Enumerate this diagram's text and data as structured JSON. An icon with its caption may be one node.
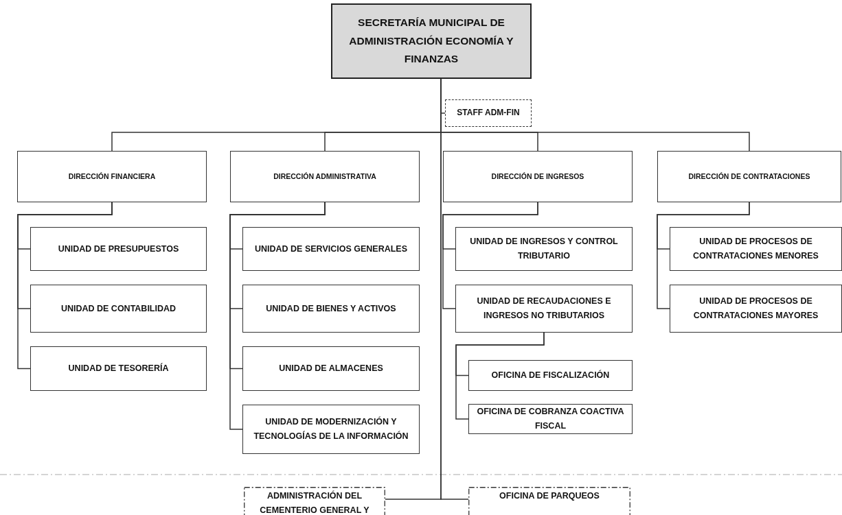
{
  "diagram": {
    "nodes": [
      {
        "text": [
          "SECRETARÍA MUNICIPAL DE ADMINISTRACIÓN ECONOMÍA Y FINANZAS"
        ]
      },
      {
        "text": [
          "STAFF ADM-FIN"
        ]
      },
      {
        "text": [
          "DIRECCIÓN FINANCIERA"
        ]
      },
      {
        "text": [
          "DIRECCIÓN ADMINISTRATIVA"
        ]
      },
      {
        "text": [
          "DIRECCIÓN DE INGRESOS"
        ]
      },
      {
        "text": [
          "DIRECCIÓN DE CONTRATACIONES"
        ]
      },
      {
        "text": [
          "UNIDAD DE PRESUPUESTOS"
        ]
      },
      {
        "text": [
          "UNIDAD DE CONTABILIDAD"
        ]
      },
      {
        "text": [
          "UNIDAD DE TESORERÍA"
        ]
      },
      {
        "text": [
          "UNIDAD DE SERVICIOS GENERALES"
        ]
      },
      {
        "text": [
          "UNIDAD DE BIENES Y ACTIVOS"
        ]
      },
      {
        "text": [
          "UNIDAD DE ALMACENES"
        ]
      },
      {
        "text": [
          "UNIDAD DE MODERNIZACIÓN Y TECNOLOGÍAS DE LA INFORMACIÓN"
        ]
      },
      {
        "text": [
          "UNIDAD DE INGRESOS Y CONTROL TRIBUTARIO"
        ]
      },
      {
        "text": [
          "UNIDAD DE RECAUDACIONES E INGRESOS NO TRIBUTARIOS"
        ]
      },
      {
        "text": [
          "OFICINA DE FISCALIZACIÓN"
        ]
      },
      {
        "text": [
          "OFICINA DE COBRANZA COACTIVA FISCAL"
        ]
      },
      {
        "text": [
          "UNIDAD DE PROCESOS DE CONTRATACIONES MENORES"
        ]
      },
      {
        "text": [
          "UNIDAD DE PROCESOS DE CONTRATACIONES MAYORES"
        ]
      },
      {
        "text": [
          "ADMINISTRACIÓN DEL CEMENTERIO GENERAL Y"
        ]
      },
      {
        "text": [
          "OFICINA DE PARQUEOS"
        ]
      }
    ],
    "edges": [
      {
        "from": 0,
        "to": 1,
        "arrow": "none"
      },
      {
        "from": 0,
        "to": 2,
        "arrow": "none"
      },
      {
        "from": 0,
        "to": 3,
        "arrow": "none"
      },
      {
        "from": 0,
        "to": 4,
        "arrow": "none"
      },
      {
        "from": 0,
        "to": 5,
        "arrow": "none"
      },
      {
        "from": 2,
        "to": 6,
        "arrow": "none"
      },
      {
        "from": 2,
        "to": 7,
        "arrow": "none"
      },
      {
        "from": 2,
        "to": 8,
        "arrow": "none"
      },
      {
        "from": 3,
        "to": 9,
        "arrow": "none"
      },
      {
        "from": 3,
        "to": 10,
        "arrow": "none"
      },
      {
        "from": 3,
        "to": 11,
        "arrow": "none"
      },
      {
        "from": 3,
        "to": 12,
        "arrow": "none"
      },
      {
        "from": 4,
        "to": 13,
        "arrow": "none"
      },
      {
        "from": 4,
        "to": 14,
        "arrow": "none"
      },
      {
        "from": 14,
        "to": 15,
        "arrow": "none"
      },
      {
        "from": 14,
        "to": 16,
        "arrow": "none"
      },
      {
        "from": 5,
        "to": 17,
        "arrow": "none"
      },
      {
        "from": 5,
        "to": 18,
        "arrow": "none"
      },
      {
        "from": 0,
        "to": 19,
        "arrow": "none"
      },
      {
        "from": 0,
        "to": 20,
        "arrow": "none"
      }
    ]
  }
}
